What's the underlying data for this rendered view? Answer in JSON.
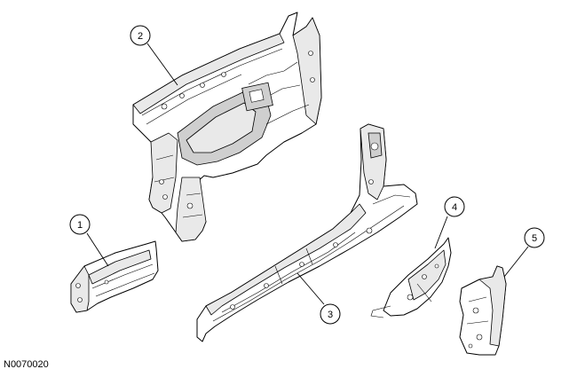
{
  "diagram": {
    "reference_code": "N0070020",
    "callouts": [
      {
        "id": "1",
        "label": "1"
      },
      {
        "id": "2",
        "label": "2"
      },
      {
        "id": "3",
        "label": "3"
      },
      {
        "id": "4",
        "label": "4"
      },
      {
        "id": "5",
        "label": "5"
      }
    ]
  }
}
